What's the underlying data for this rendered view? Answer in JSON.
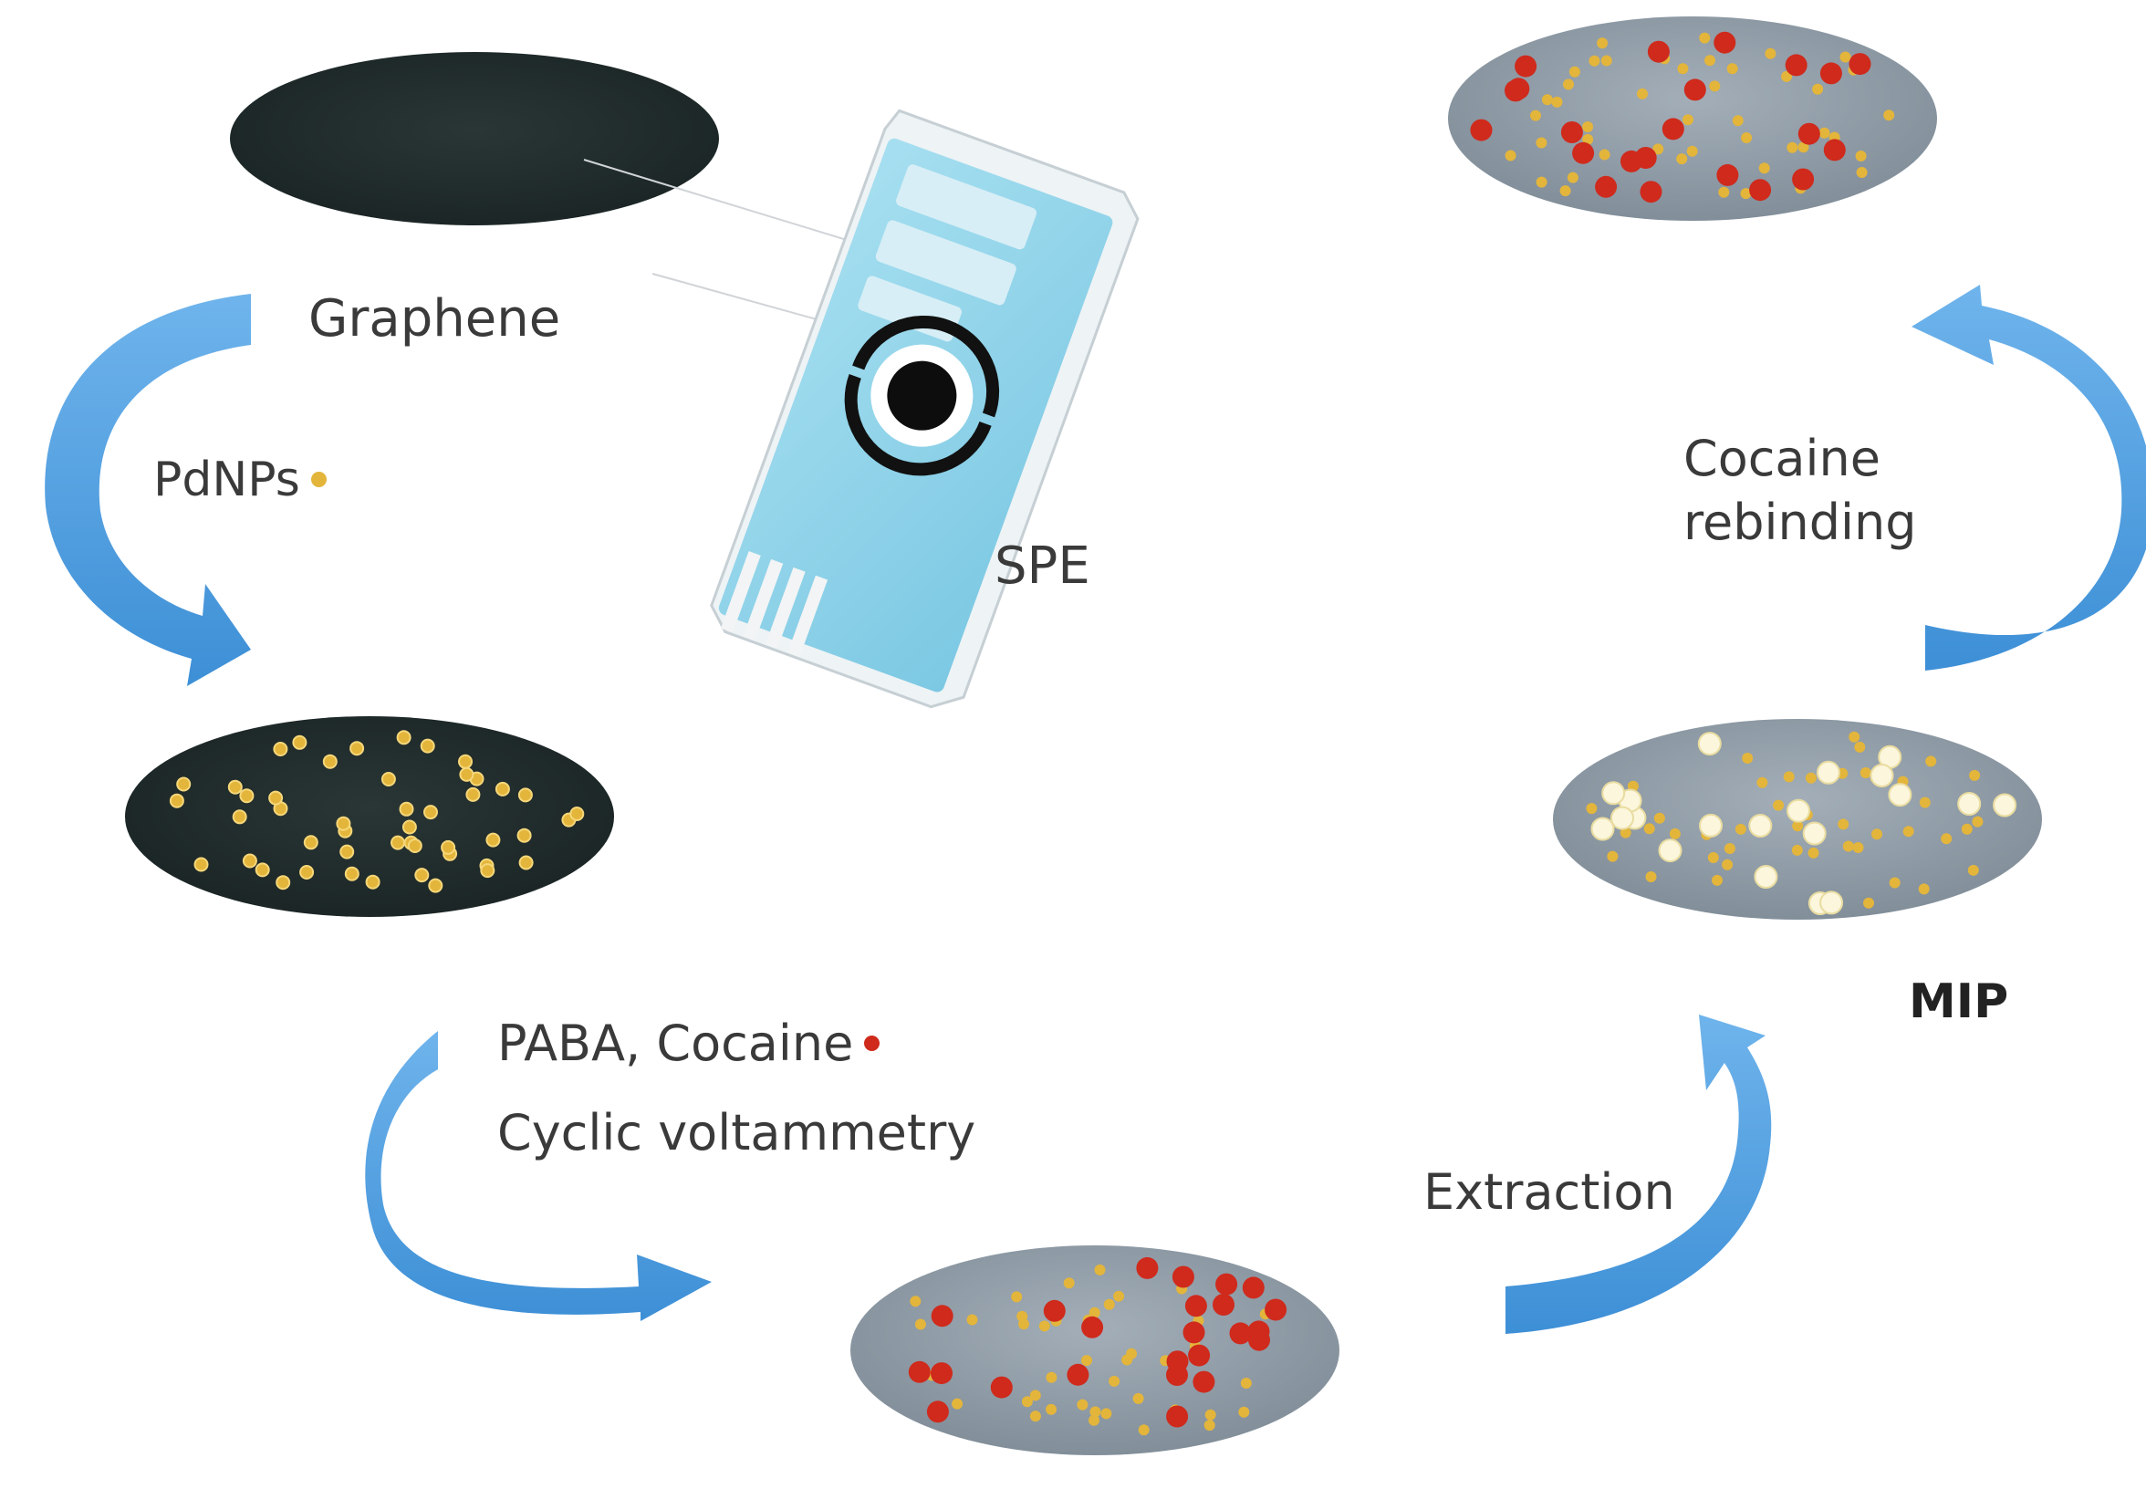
{
  "labels": {
    "graphene": "Graphene",
    "pdnps": "PdNPs",
    "spe": "SPE",
    "paba_cocaine": "PABA, Cocaine",
    "cyclic_voltammetry": "Cyclic voltammetry",
    "extraction": "Extraction",
    "mip": "MIP",
    "cocaine_line1": "Cocaine",
    "cocaine_line2": "rebinding"
  },
  "colors": {
    "graphene": "#1f2b2b",
    "polymer": "#8e9ba6",
    "pd_nanoparticle": "#e3b53b",
    "cocaine": "#cf2a1c",
    "cavity": "#fbf6dc",
    "arrow": "#4f9ee0",
    "spe_body": "#8fd3ea"
  },
  "legend_markers": {
    "pdnps": "pd-nanoparticle-dot",
    "cocaine": "cocaine-dot"
  }
}
